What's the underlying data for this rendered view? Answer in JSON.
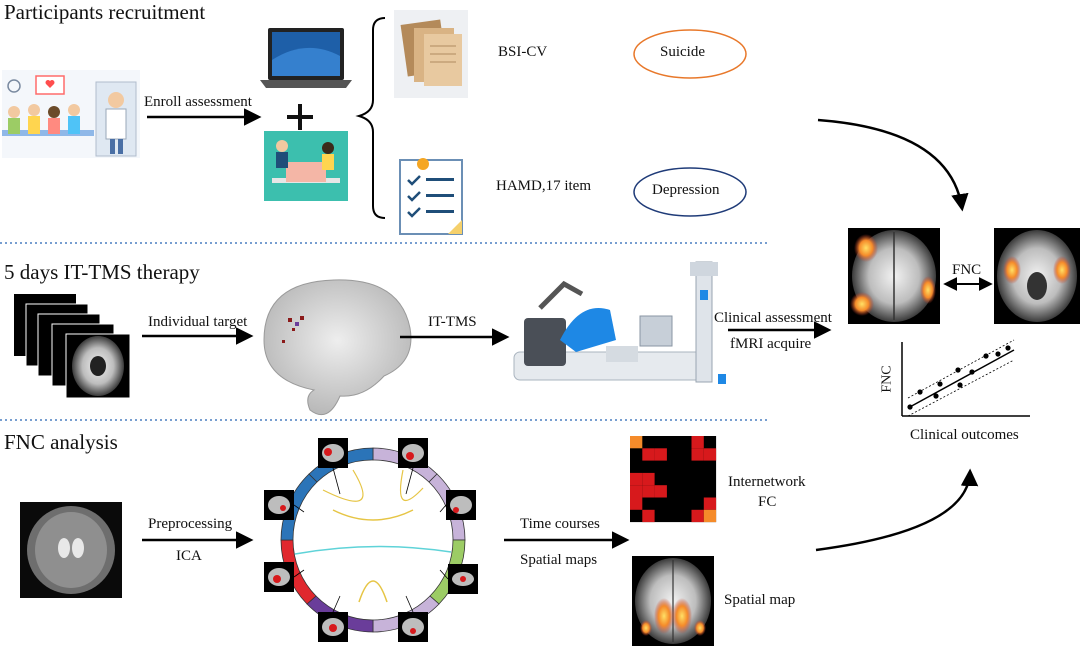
{
  "sections": {
    "recruitment": "Participants recruitment",
    "therapy": "5 days IT-TMS therapy",
    "fnc": "FNC analysis"
  },
  "recruitment": {
    "enroll_label": "Enroll assessment",
    "scale_1": "BSI-CV",
    "scale_2": "HAMD,17 item",
    "outcome_1": "Suicide",
    "outcome_2": "Depression",
    "plus_sign": "+"
  },
  "therapy": {
    "individual_target": "Individual target",
    "it_tms": "IT-TMS",
    "clinical_assessment": "Clinical assessment",
    "fmri_acquire": "fMRI acquire"
  },
  "analysis": {
    "preprocessing": "Preprocessing",
    "ica": "ICA",
    "time_courses": "Time courses",
    "spatial_maps": "Spatial maps",
    "internetwork_fc_1": "Internetwork",
    "internetwork_fc_2": "FC",
    "spatial_map": "Spatial map"
  },
  "results": {
    "fnc_label": "FNC",
    "scatter_ylabel": "FNC",
    "scatter_xlabel": "Clinical outcomes"
  },
  "colors": {
    "suicide_ellipse": "#e8782a",
    "depression_ellipse": "#1f3b78",
    "divider": "#4a7fc1",
    "arrow": "#000000",
    "ring_blue": "#2b74b8",
    "ring_lilac": "#c7b3d9",
    "ring_green": "#9ccc65",
    "ring_purple": "#6a3d9a",
    "ring_red": "#e0282e",
    "heat_red": "#d7191c",
    "heat_orange": "#f58b2a"
  }
}
